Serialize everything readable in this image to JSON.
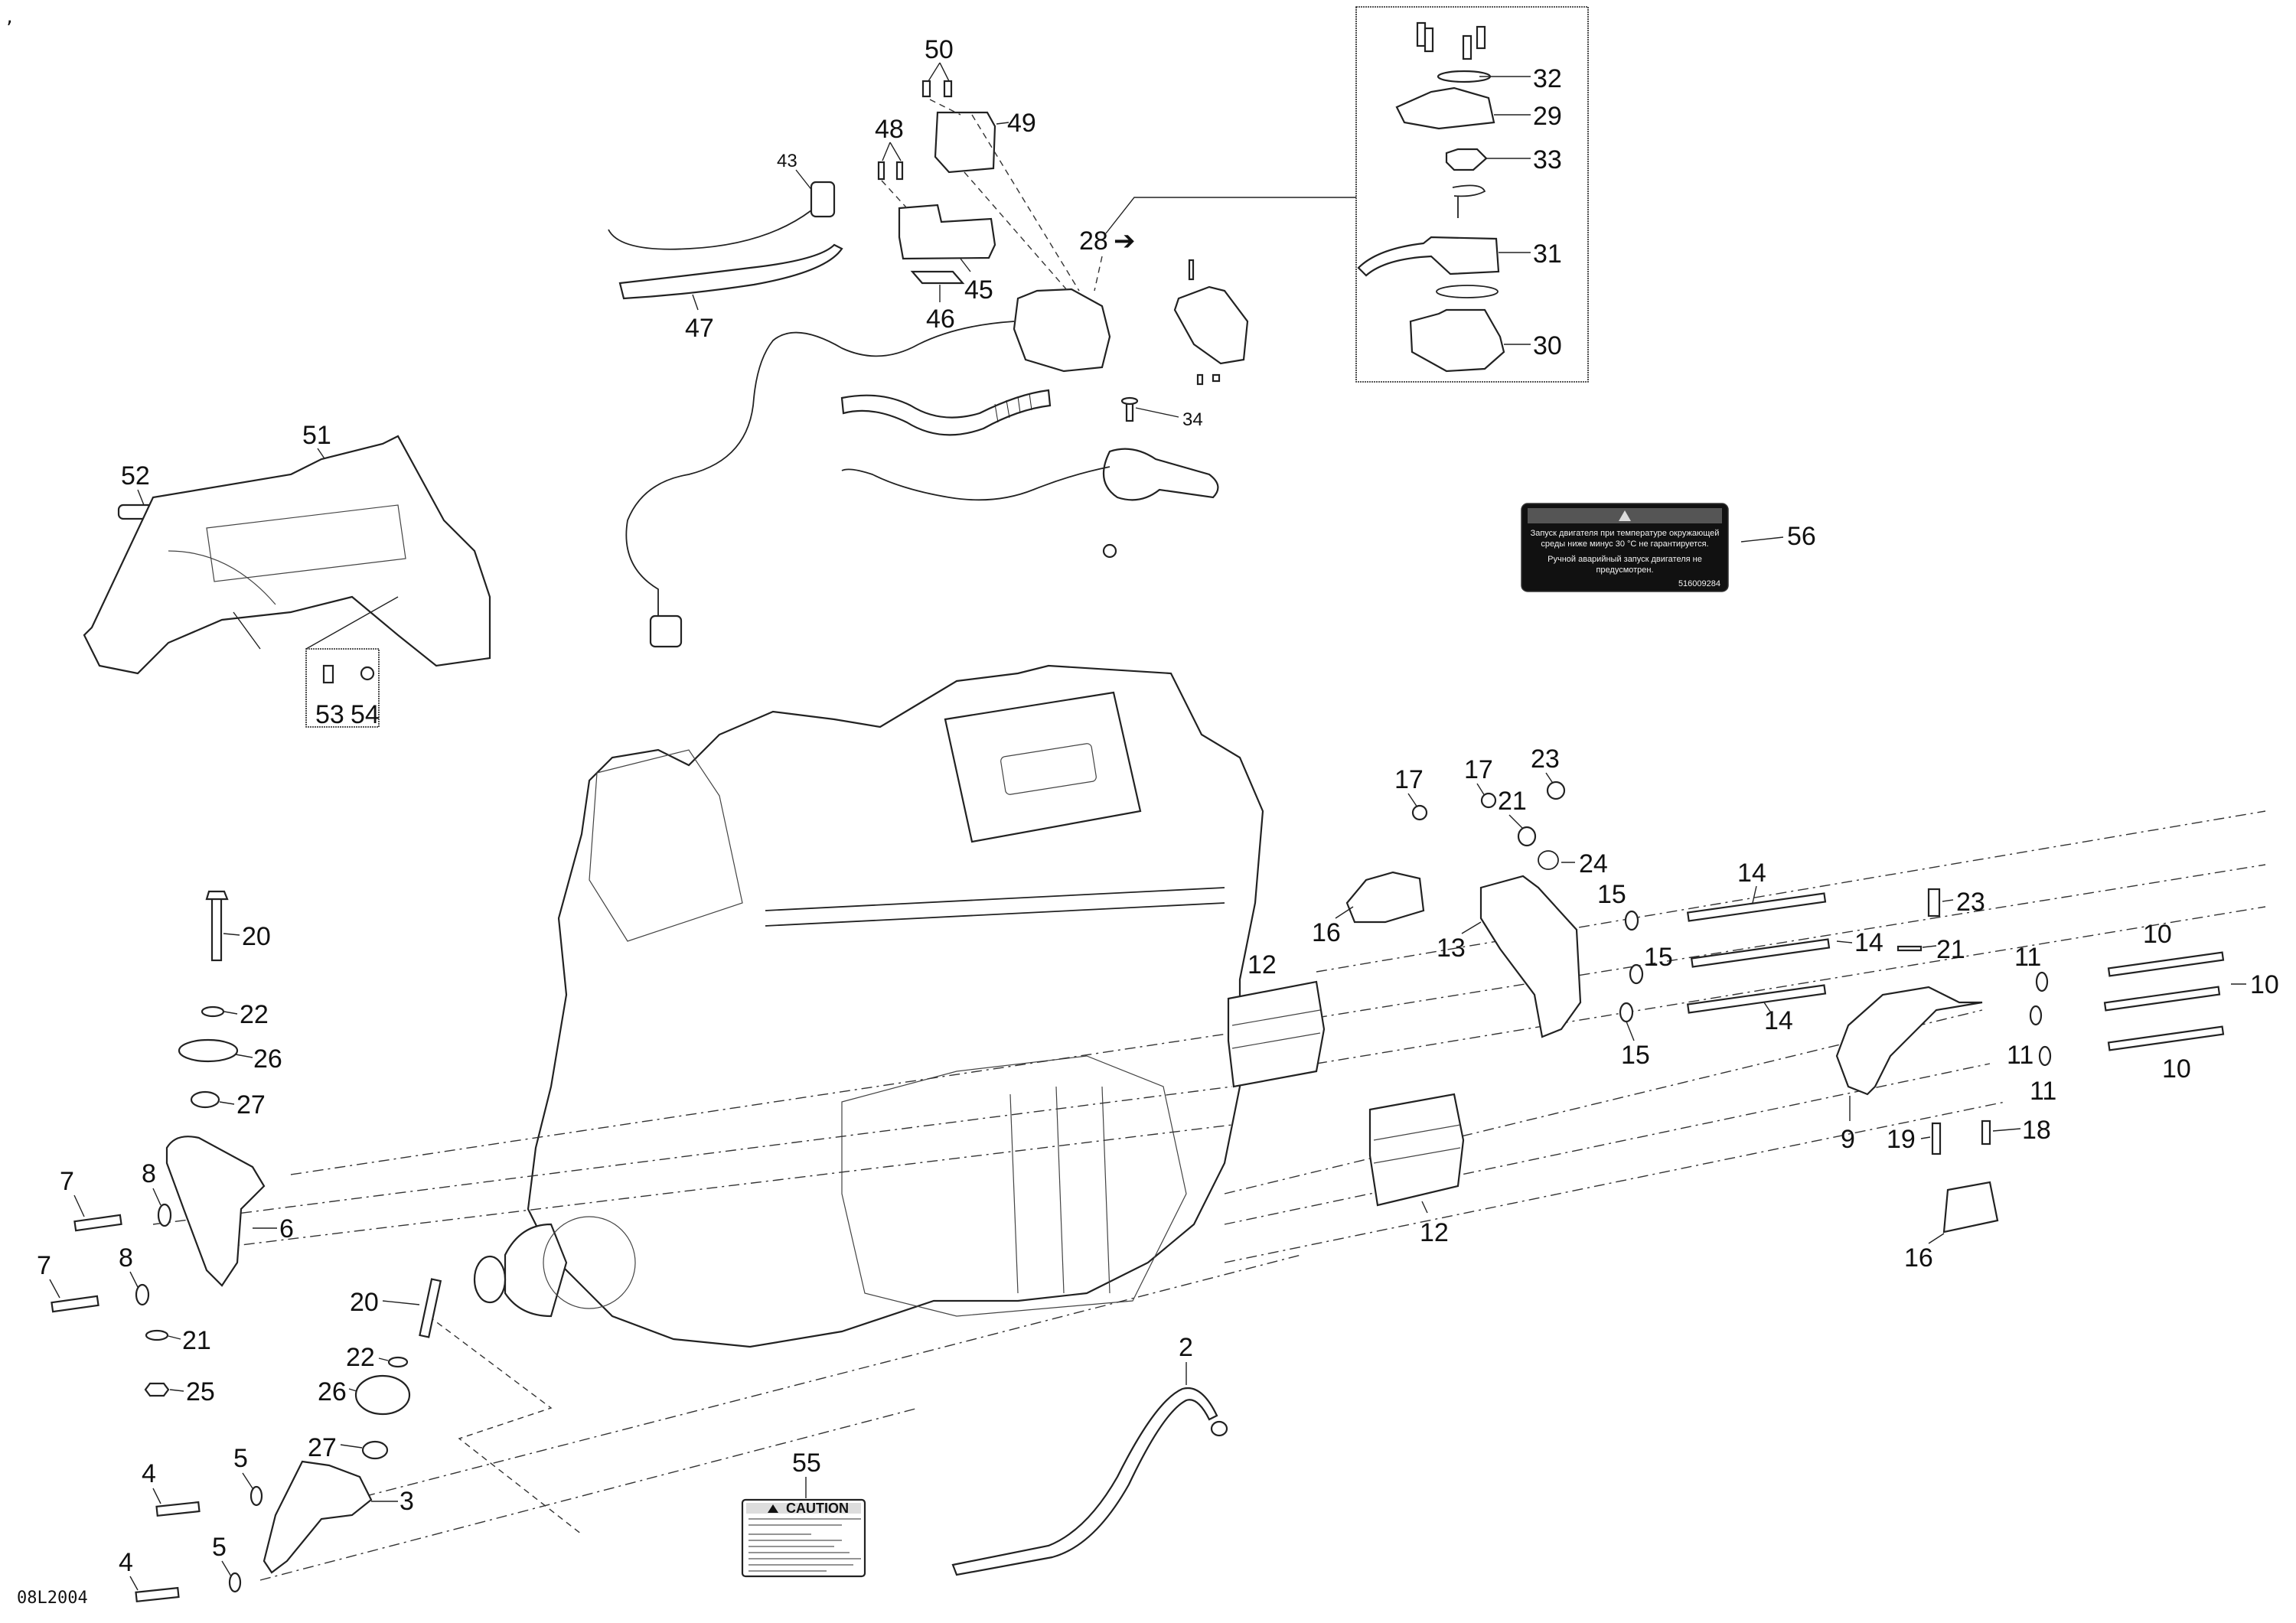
{
  "diagram": {
    "code": "08L2004",
    "corner_mark": ","
  },
  "callouts": {
    "c2": "2",
    "c3": "3",
    "c4a": "4",
    "c4b": "4",
    "c5a": "5",
    "c5b": "5",
    "c6": "6",
    "c7a": "7",
    "c7b": "7",
    "c8a": "8",
    "c8b": "8",
    "c9": "9",
    "c10a": "10",
    "c10b": "10",
    "c10c": "10",
    "c11a": "11",
    "c11b": "11",
    "c11c": "11",
    "c12a": "12",
    "c12b": "12",
    "c13": "13",
    "c14a": "14",
    "c14b": "14",
    "c14c": "14",
    "c15a": "15",
    "c15b": "15",
    "c15c": "15",
    "c16a": "16",
    "c16b": "16",
    "c17a": "17",
    "c17b": "17",
    "c18": "18",
    "c19": "19",
    "c20a": "20",
    "c20b": "20",
    "c21a": "21",
    "c21b": "21",
    "c21c": "21",
    "c22a": "22",
    "c22b": "22",
    "c23a": "23",
    "c23b": "23",
    "c24": "24",
    "c25": "25",
    "c26a": "26",
    "c26b": "26",
    "c27a": "27",
    "c27b": "27",
    "c28": "28",
    "c29": "29",
    "c30": "30",
    "c31": "31",
    "c32": "32",
    "c33": "33",
    "c34": "34",
    "c43": "43",
    "c45": "45",
    "c46": "46",
    "c47": "47",
    "c48": "48",
    "c49": "49",
    "c50": "50",
    "c51": "51",
    "c52": "52",
    "c53": "53",
    "c54": "54",
    "c55": "55",
    "c56": "56"
  },
  "arrow_glyph": "➔",
  "decal_56": {
    "line1": "Запуск двигателя при температуре окружающей",
    "line2": "среды ниже минус 30 °C не гарантируется.",
    "line3": "Ручной аварийный запуск двигателя не",
    "line4": "предусмотрен.",
    "part_no": "516009284",
    "icon": "warning-triangle-icon"
  },
  "decal_55": {
    "heading": "CAUTION",
    "icon": "warning-triangle-icon"
  }
}
